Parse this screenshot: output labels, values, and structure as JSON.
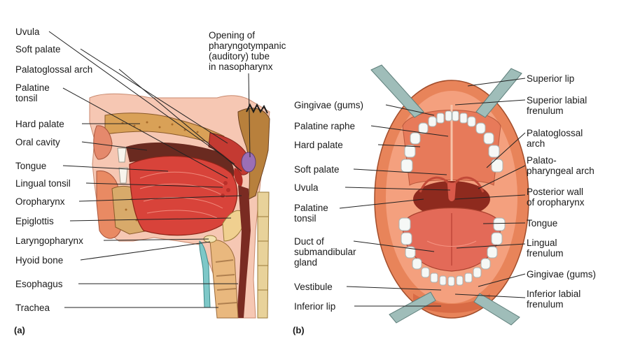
{
  "panel_a": {
    "tag": "(a)",
    "labels": {
      "uvula": "Uvula",
      "soft_palate": "Soft palate",
      "palatoglossal_arch": "Palatoglossal arch",
      "palatine_tonsil_1": "Palatine",
      "palatine_tonsil_2": "tonsil",
      "hard_palate": "Hard palate",
      "oral_cavity": "Oral cavity",
      "tongue": "Tongue",
      "lingual_tonsil": "Lingual tonsil",
      "oropharynx": "Oropharynx",
      "epiglottis": "Epiglottis",
      "laryngopharynx": "Laryngopharynx",
      "hyoid_bone": "Hyoid bone",
      "esophagus": "Esophagus",
      "trachea": "Trachea",
      "opening_1": "Opening of",
      "opening_2": "pharyngotympanic",
      "opening_3": "(auditory) tube",
      "opening_4": "in nasopharynx"
    }
  },
  "panel_b": {
    "tag": "(b)",
    "labels": {
      "gingivae_left": "Gingivae (gums)",
      "palatine_raphe": "Palatine raphe",
      "hard_palate": "Hard palate",
      "soft_palate": "Soft palate",
      "uvula": "Uvula",
      "palatine_tonsil_1": "Palatine",
      "palatine_tonsil_2": "tonsil",
      "duct_1": "Duct of",
      "duct_2": "submandibular",
      "duct_3": "gland",
      "vestibule": "Vestibule",
      "inferior_lip": "Inferior lip",
      "superior_lip": "Superior lip",
      "superior_frenulum_1": "Superior labial",
      "superior_frenulum_2": "frenulum",
      "palatoglossal_1": "Palatoglossal",
      "palatoglossal_2": "arch",
      "palatopharyngeal_1": "Palato-",
      "palatopharyngeal_2": "pharyngeal arch",
      "posterior_wall_1": "Posterior wall",
      "posterior_wall_2": "of oropharynx",
      "tongue": "Tongue",
      "lingual_frenulum_1": "Lingual",
      "lingual_frenulum_2": "frenulum",
      "gingivae_right": "Gingivae (gums)",
      "inferior_frenulum_1": "Inferior labial",
      "inferior_frenulum_2": "frenulum"
    }
  }
}
